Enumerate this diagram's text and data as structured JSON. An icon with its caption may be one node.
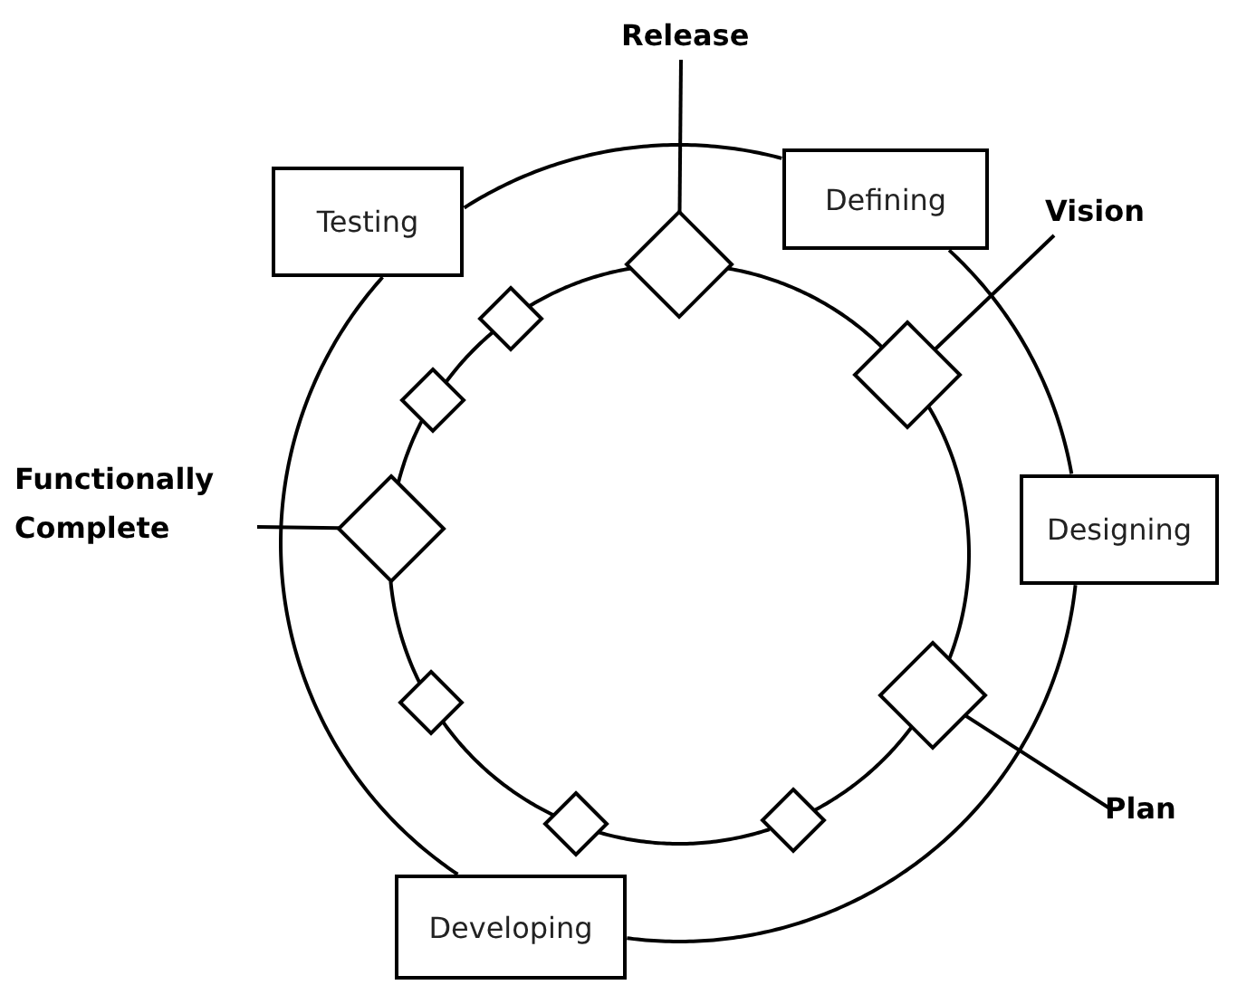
{
  "diagram": {
    "nodes": [
      {
        "text": [
          "Release"
        ]
      },
      {
        "text": [
          "Testing"
        ]
      },
      {
        "text": [
          "Defining"
        ]
      },
      {
        "text": [
          "Vision"
        ]
      },
      {
        "text": [
          "Designing"
        ]
      },
      {
        "text": [
          "Functionally Complete"
        ]
      },
      {
        "text": [
          "Plan"
        ]
      },
      {
        "text": [
          "Developing"
        ]
      },
      {
        "text": [],
        "shape": "diamond"
      },
      {
        "text": [],
        "shape": "diamond"
      },
      {
        "text": [],
        "shape": "diamond"
      },
      {
        "text": [],
        "shape": "diamond"
      },
      {
        "text": [],
        "shape": "diamond"
      },
      {
        "text": [],
        "shape": "diamond"
      },
      {
        "text": [],
        "shape": "diamond"
      },
      {
        "text": [],
        "shape": "diamond"
      },
      {
        "text": [],
        "shape": "diamond"
      }
    ],
    "edges": [
      {
        "from": 2,
        "to": 4,
        "arrow": "none"
      },
      {
        "from": 4,
        "to": 7,
        "arrow": "none"
      },
      {
        "from": 7,
        "to": 1,
        "arrow": "none"
      },
      {
        "from": 1,
        "to": 2,
        "arrow": "none"
      },
      {
        "from": 13,
        "to": 15,
        "arrow": "none"
      },
      {
        "from": 15,
        "to": 16,
        "arrow": "none"
      },
      {
        "from": 16,
        "to": 14,
        "arrow": "none"
      },
      {
        "from": 14,
        "to": 12,
        "arrow": "none"
      },
      {
        "from": 12,
        "to": 10,
        "arrow": "none"
      },
      {
        "from": 10,
        "to": 8,
        "arrow": "none"
      },
      {
        "from": 8,
        "to": 9,
        "arrow": "none"
      },
      {
        "from": 9,
        "to": 11,
        "arrow": "none"
      },
      {
        "from": 11,
        "to": 13,
        "arrow": "none"
      },
      {
        "from": 0,
        "to": 13,
        "arrow": "none"
      },
      {
        "from": 3,
        "to": 15,
        "arrow": "none"
      },
      {
        "from": 5,
        "to": 8,
        "arrow": "none"
      },
      {
        "from": 6,
        "to": 16,
        "arrow": "none"
      }
    ]
  }
}
